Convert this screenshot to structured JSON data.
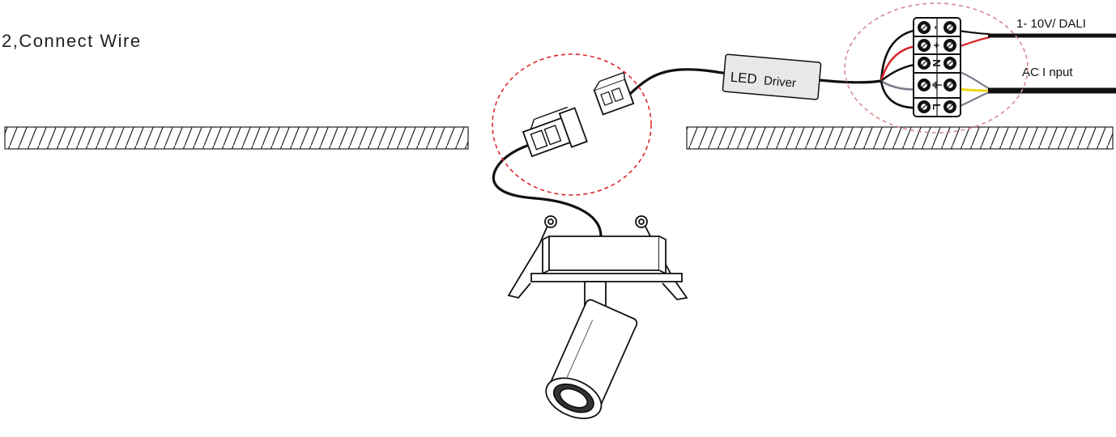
{
  "title": "2,Connect Wire",
  "driver": {
    "label_prefix": "LED",
    "label_suffix": "Driver"
  },
  "terminal": {
    "marks": [
      "-",
      "+",
      "N",
      "⏚",
      "L"
    ]
  },
  "wires": {
    "dim_label": "1- 10V/ DALI",
    "ac_label": "AC I nput"
  },
  "colors": {
    "wire": "#111111",
    "callout": "#e0252b",
    "callout_faded": "#d88a8f",
    "red_wire": "#d9252b",
    "yellow_wire": "#f0d817",
    "grey_wire": "#7a7a8a",
    "driver_fill": "#e8e8e8",
    "hatch": "#222222"
  },
  "icons": [
    "connector-female-icon",
    "connector-male-icon",
    "terminal-block-icon",
    "downlight-fixture-icon"
  ]
}
